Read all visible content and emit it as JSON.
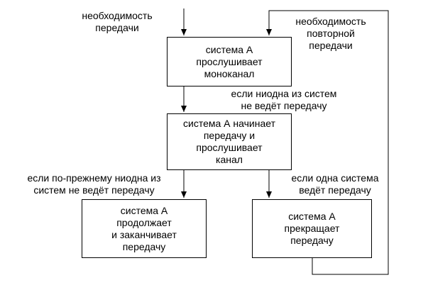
{
  "boxes": {
    "listen": "система А\nпрослушивает\nмоноканал",
    "start": "система А начинает\nпередачу и\nпрослушивает\nканал",
    "continue": "система А\nпродолжает\nи заканчивает\nпередачу",
    "stop": "система А\nпрекращает\nпередачу"
  },
  "labels": {
    "need_transmit": "необходимость\nпередачи",
    "need_retransmit": "необходимость\nповторной\nпередачи",
    "none_transmitting": "если ниодна из систем\nне ведёт передачу",
    "still_none": "если по-прежнему ниодна из\nсистем не ведёт передачу",
    "one_transmitting": "если одна система\nведёт передачу"
  }
}
